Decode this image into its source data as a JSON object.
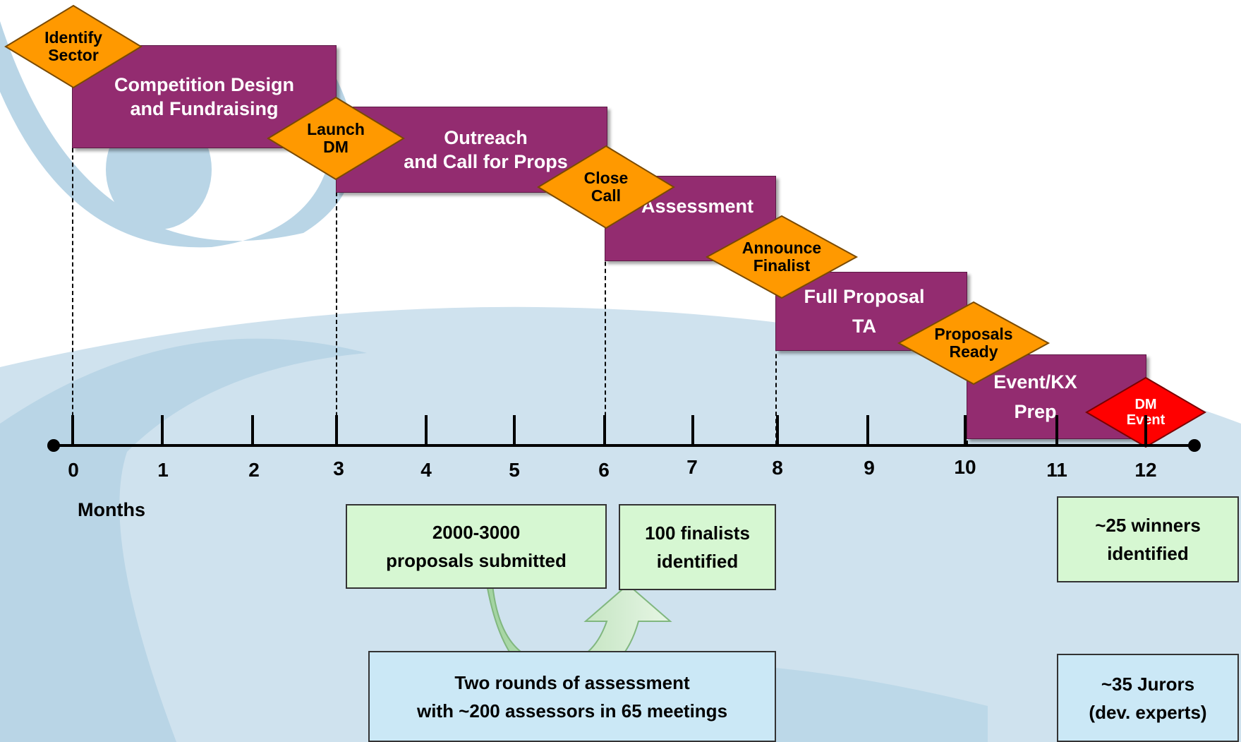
{
  "phases": [
    {
      "id": "design",
      "label": "Competition Design\nand Fundraising"
    },
    {
      "id": "outreach",
      "label": "Outreach\nand Call for Props"
    },
    {
      "id": "assessment",
      "label": "Assessment"
    },
    {
      "id": "fullprop",
      "label": "Full Proposal\nTA"
    },
    {
      "id": "event",
      "label": "Event/KX\nPrep"
    }
  ],
  "milestones": [
    {
      "id": "identify",
      "label": "Identify\nSector",
      "color": "#ff9900"
    },
    {
      "id": "launch",
      "label": "Launch\nDM",
      "color": "#ff9900"
    },
    {
      "id": "close",
      "label": "Close\nCall",
      "color": "#ff9900"
    },
    {
      "id": "announce",
      "label": "Announce\nFinalist",
      "color": "#ff9900"
    },
    {
      "id": "ready",
      "label": "Proposals\nReady",
      "color": "#ff9900"
    },
    {
      "id": "dmevent",
      "label": "DM\nEvent",
      "color": "#ff0000"
    }
  ],
  "axis": {
    "ticks": [
      "0",
      "1",
      "2",
      "3",
      "4",
      "5",
      "6",
      "7",
      "8",
      "9",
      "10",
      "11",
      "12"
    ],
    "unit_label": "Months"
  },
  "notes": {
    "proposals": "2000-3000\nproposals submitted",
    "finalists": "100 finalists\nidentified",
    "assessment": "Two rounds of assessment\nwith ~200 assessors in 65 meetings",
    "winners": "~25 winners\nidentified",
    "jurors": "~35 Jurors\n(dev. experts)"
  },
  "colors": {
    "phase": "#932c70",
    "milestone": "#ff9900",
    "event": "#ff0000",
    "green_box": "#d6f7d2",
    "blue_box": "#cbe8f6",
    "background_shape": "#cfe2ee"
  }
}
